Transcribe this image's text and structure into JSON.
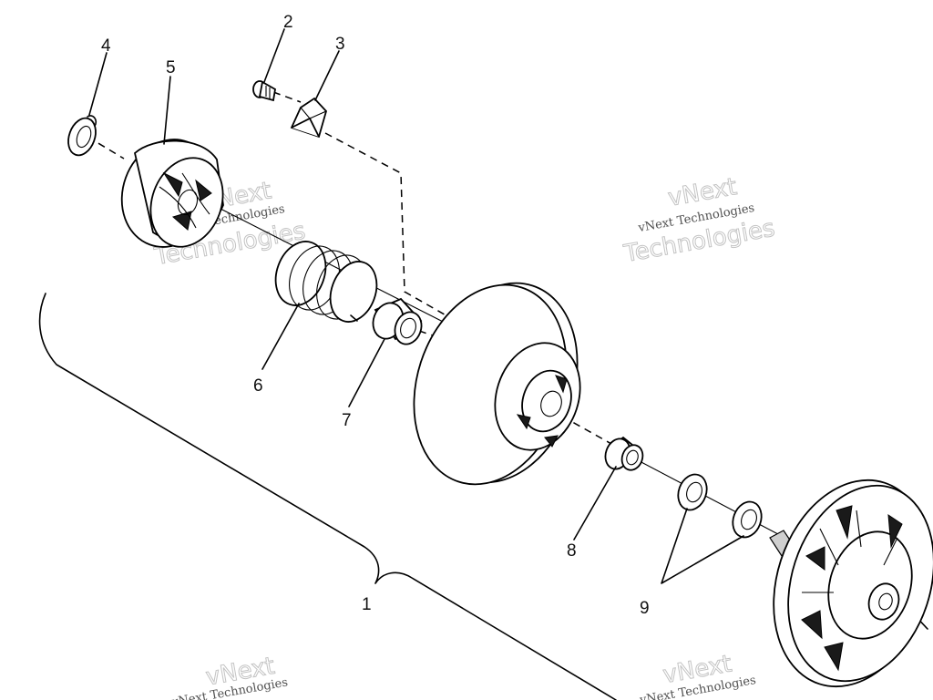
{
  "callouts": [
    {
      "id": "1",
      "label": "1"
    },
    {
      "id": "2",
      "label": "2"
    },
    {
      "id": "3",
      "label": "3"
    },
    {
      "id": "4",
      "label": "4"
    },
    {
      "id": "5",
      "label": "5"
    },
    {
      "id": "6",
      "label": "6"
    },
    {
      "id": "7",
      "label": "7"
    },
    {
      "id": "8",
      "label": "8"
    },
    {
      "id": "9",
      "label": "9"
    }
  ],
  "watermark": {
    "line1": "vNext",
    "line2": "vNext Technologies",
    "line3": "Technologies"
  }
}
